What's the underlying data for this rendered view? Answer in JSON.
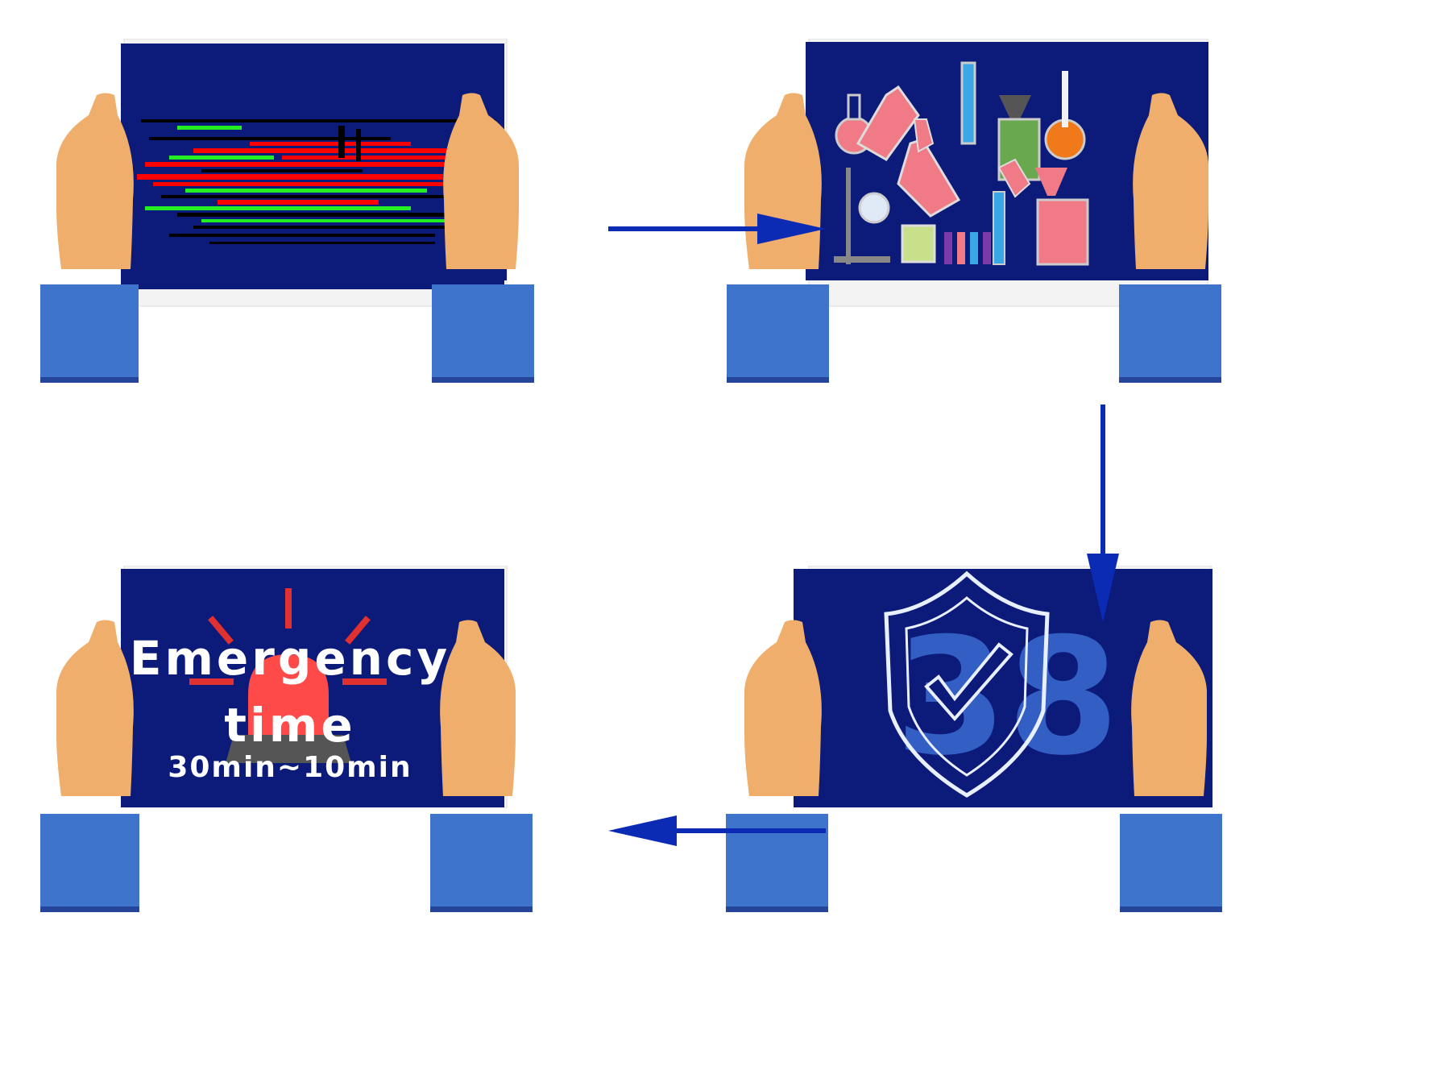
{
  "colors": {
    "screen": "#0c1a7a",
    "hand": "#efae6c",
    "sleeve": "#3e74cc",
    "sleeve_band": "#24459a",
    "arrow": "#0b2bb5",
    "red": "#ff0000",
    "green": "#22ee22",
    "black": "#000000"
  },
  "panels": [
    {
      "name": "panel-ngs-data",
      "icon": "dna-sequencing-reads-icon"
    },
    {
      "name": "panel-laboratory",
      "icon": "lab-glassware-icon"
    },
    {
      "name": "panel-security",
      "icon": "shield-check-icon"
    },
    {
      "name": "panel-emergency",
      "icon": "siren-icon"
    }
  ],
  "emergency": {
    "title_line1": "Emergency",
    "title_line2": "time",
    "duration": "30min~10min"
  },
  "security": {
    "background_number": "38"
  },
  "arrows": [
    {
      "name": "arrow-right",
      "direction": "right"
    },
    {
      "name": "arrow-down",
      "direction": "down"
    },
    {
      "name": "arrow-left",
      "direction": "left"
    }
  ]
}
